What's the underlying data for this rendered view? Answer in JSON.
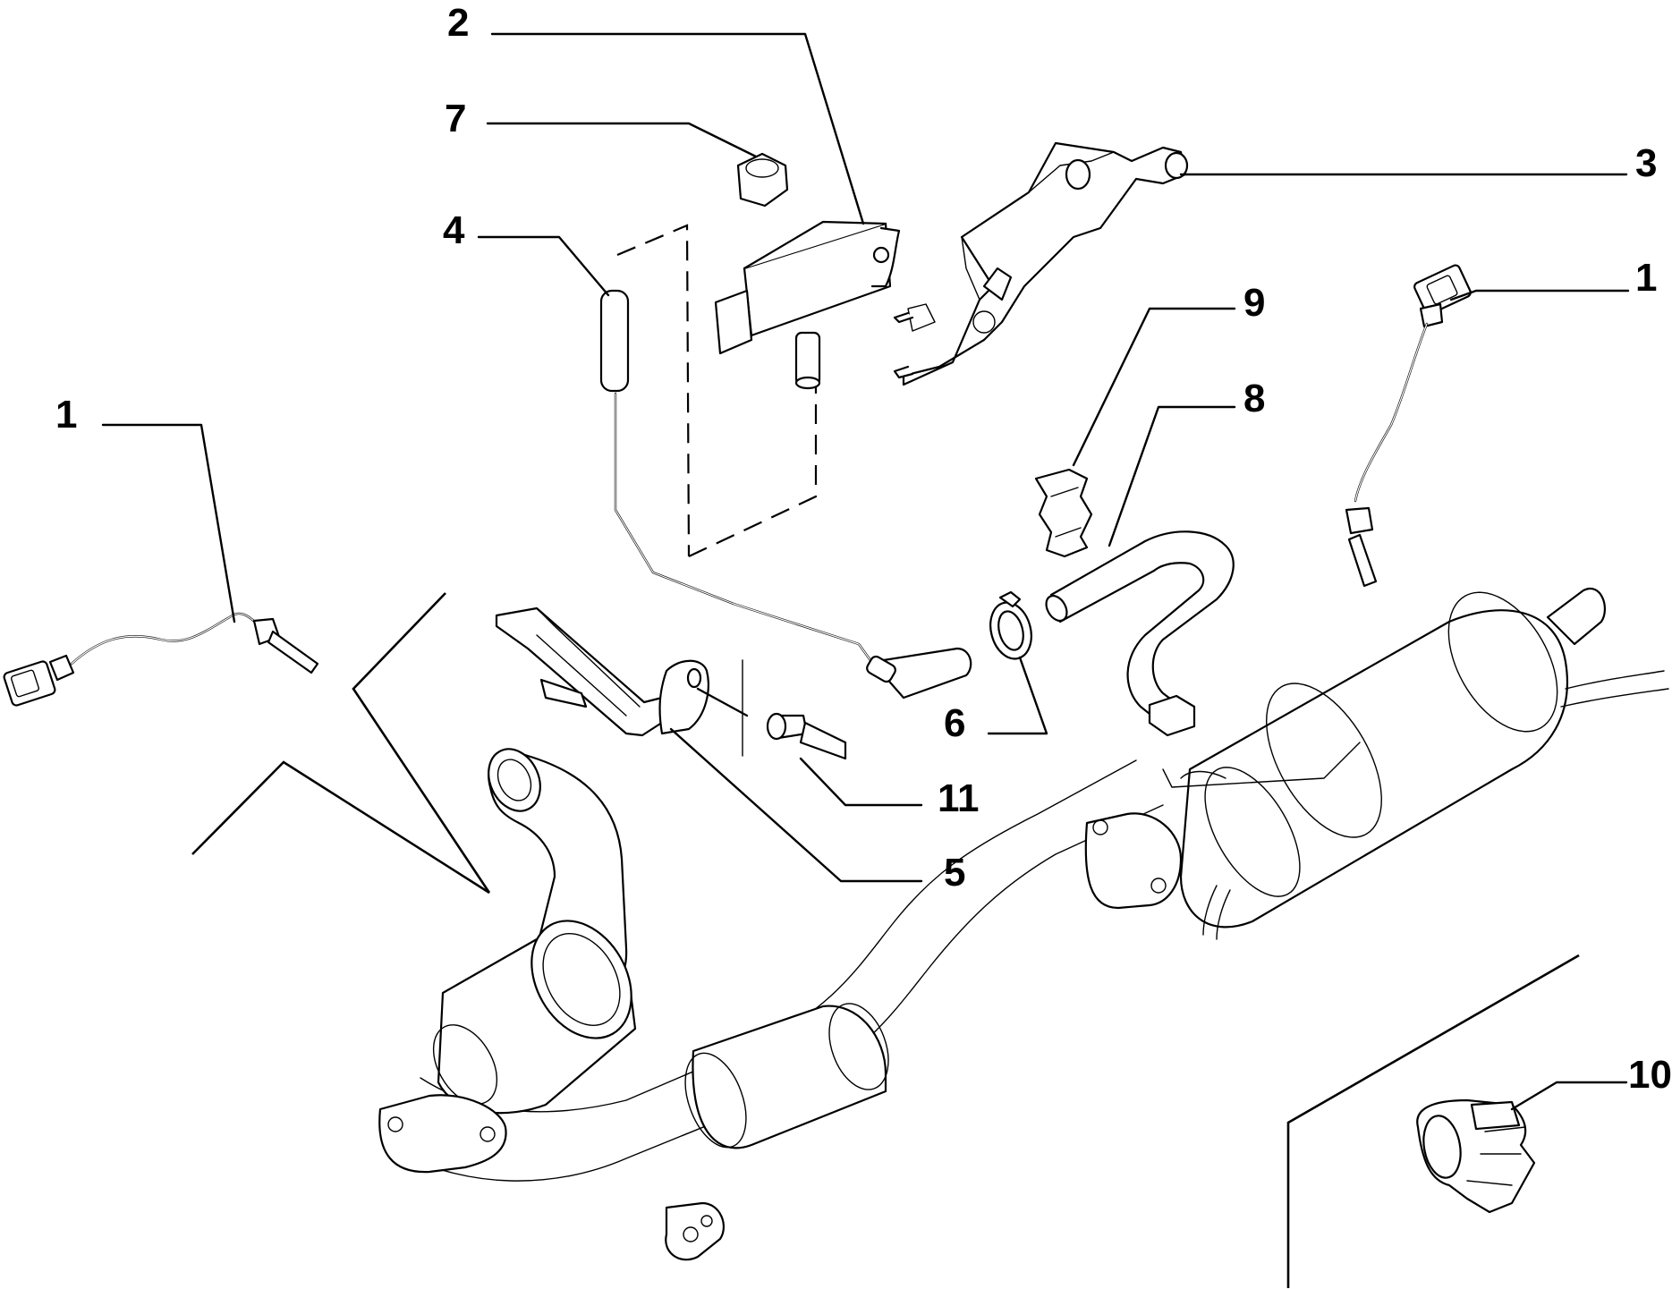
{
  "callouts": {
    "c1_left": "1",
    "c1_right": "1",
    "c2": "2",
    "c3": "3",
    "c4": "4",
    "c5": "5",
    "c6": "6",
    "c7": "7",
    "c8": "8",
    "c9": "9",
    "c10": "10",
    "c11": "11"
  },
  "colors": {
    "line": "#000000",
    "background": "#ffffff"
  }
}
